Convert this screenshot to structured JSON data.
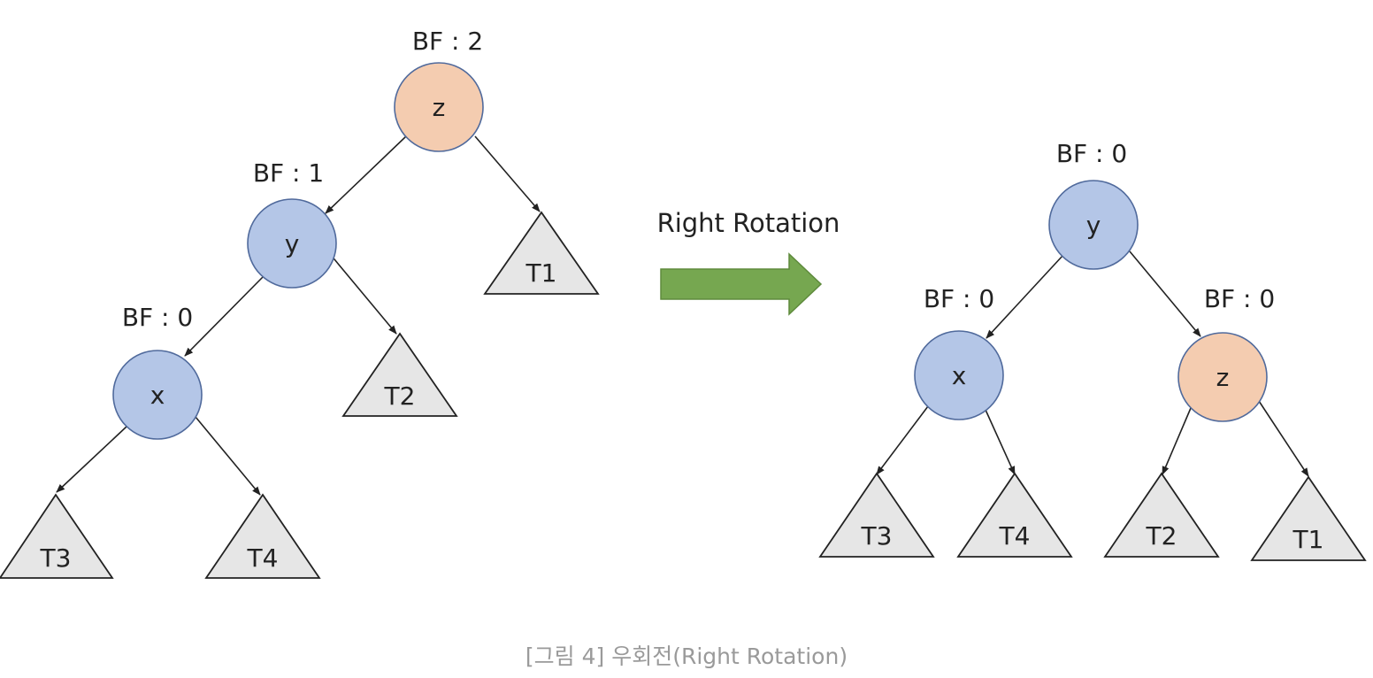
{
  "colors": {
    "node_orange": "#f4ccb0",
    "node_blue": "#b4c6e7",
    "node_stroke": "#506a9c",
    "subtree_fill": "#e6e6e6",
    "subtree_stroke": "#222222",
    "edge": "#222222",
    "arrow_fill": "#76a750",
    "arrow_stroke": "#5e8a3c",
    "caption": "#9a9a9a"
  },
  "before": {
    "nodes": {
      "z": {
        "label": "z",
        "bf": "BF : 2"
      },
      "y": {
        "label": "y",
        "bf": "BF : 1"
      },
      "x": {
        "label": "x",
        "bf": "BF : 0"
      }
    },
    "subtrees": {
      "t1": "T1",
      "t2": "T2",
      "t3": "T3",
      "t4": "T4"
    }
  },
  "transition": {
    "label": "Right Rotation"
  },
  "after": {
    "nodes": {
      "y": {
        "label": "y",
        "bf": "BF : 0"
      },
      "x": {
        "label": "x",
        "bf": "BF : 0"
      },
      "z": {
        "label": "z",
        "bf": "BF : 0"
      }
    },
    "subtrees": {
      "t3": "T3",
      "t4": "T4",
      "t2": "T2",
      "t1": "T1"
    }
  },
  "caption": "[그림 4] 우회전(Right Rotation)"
}
